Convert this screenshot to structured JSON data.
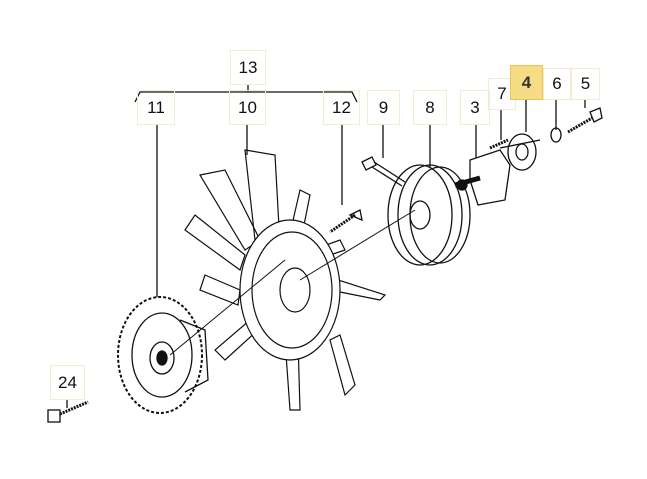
{
  "diagram": {
    "highlight_color": "#f7dc86",
    "callouts": [
      {
        "id": "13",
        "label": "13",
        "highlighted": false
      },
      {
        "id": "11",
        "label": "11",
        "highlighted": false
      },
      {
        "id": "10",
        "label": "10",
        "highlighted": false
      },
      {
        "id": "12",
        "label": "12",
        "highlighted": false
      },
      {
        "id": "9",
        "label": "9",
        "highlighted": false
      },
      {
        "id": "8",
        "label": "8",
        "highlighted": false
      },
      {
        "id": "3",
        "label": "3",
        "highlighted": false
      },
      {
        "id": "7",
        "label": "7",
        "highlighted": false
      },
      {
        "id": "4",
        "label": "4",
        "highlighted": true
      },
      {
        "id": "6",
        "label": "6",
        "highlighted": false
      },
      {
        "id": "5",
        "label": "5",
        "highlighted": false
      },
      {
        "id": "24",
        "label": "24",
        "highlighted": false
      }
    ]
  }
}
